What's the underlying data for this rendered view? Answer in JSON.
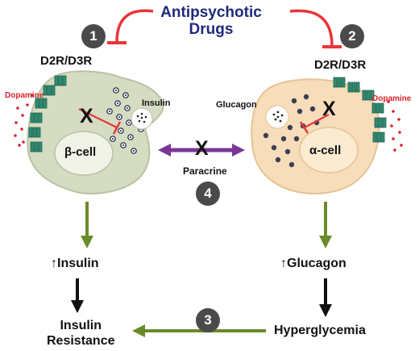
{
  "title": {
    "line1": "Antipsychotic",
    "line2": "Drugs"
  },
  "receptor_left": "D2R/D3R",
  "receptor_right": "D2R/D3R",
  "dopamine_left": "Dopamine",
  "dopamine_right": "Dopamine",
  "insulin_label": "Insulin",
  "glucagon_label": "Glucagon",
  "beta_cell": "β-cell",
  "alpha_cell": "α-cell",
  "paracrine": "Paracrine",
  "block_mark": "X",
  "steps": {
    "one": "1",
    "two": "2",
    "three": "3",
    "four": "4"
  },
  "effects": {
    "insulin_up": "↑Insulin",
    "glucagon_up": "↑Glucagon",
    "insulin_resistance_1": "Insulin",
    "insulin_resistance_2": "Resistance",
    "hyperglycemia": "Hyperglycemia"
  },
  "colors": {
    "title": "#1f2a7a",
    "inhibit_arrow": "#e8353b",
    "dopamine": "#d8242b",
    "receptor": "#2e8d72",
    "beta_cell_fill": "#d5dcc2",
    "alpha_cell_fill": "#f7ddb9",
    "green_arrow": "#6a8b2a",
    "black_arrow": "#111111",
    "paracrine_arrow": "#7a3696",
    "step_badge": "#4a4a4a"
  }
}
